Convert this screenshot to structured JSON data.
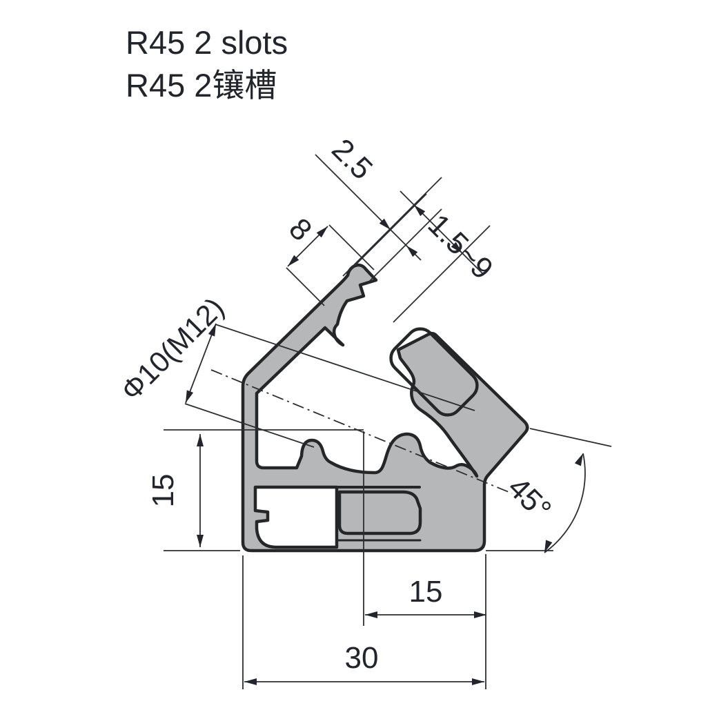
{
  "title": {
    "line1": "R45 2 slots",
    "line2": "R45 2镶槽"
  },
  "drawing": {
    "type": "technical-cross-section",
    "part": "R45 aluminum profile with 2 slots",
    "dimensions": {
      "lip_thickness": "2.5",
      "slot_opening": "8",
      "panel_clamp_range": "1.5~9",
      "bore": "Φ10(M12)",
      "height_left": "15",
      "slot_offset_bottom": "15",
      "base_width": "30",
      "chamfer_angle": "45°"
    },
    "colors": {
      "profile_fill": "#b5b7b9",
      "profile_outline": "#242628",
      "dimension_lines": "#2b2d31",
      "text": "#22252b",
      "background": "#ffffff"
    }
  }
}
